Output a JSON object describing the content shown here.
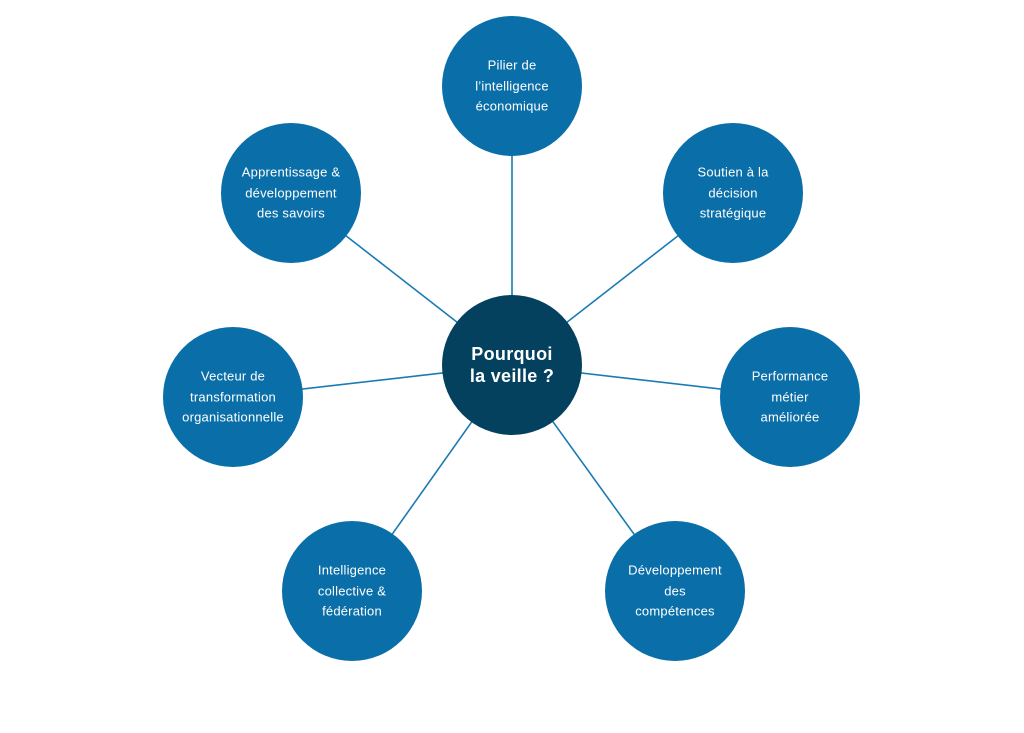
{
  "diagram": {
    "center": {
      "label": "Pourquoi\nla veille ?",
      "color": "#03415F"
    },
    "node_color": "#0A6FA8",
    "line_color": "#1B7AB5",
    "nodes": [
      {
        "id": "pilier",
        "label": "Pilier de\nl’intelligence\néconomique"
      },
      {
        "id": "soutien",
        "label": "Soutien à la\ndécision\nstratégique"
      },
      {
        "id": "performance",
        "label": "Performance\nmétier\naméliorée"
      },
      {
        "id": "developpement",
        "label": "Développement\ndes\ncompétences"
      },
      {
        "id": "intelligence",
        "label": "Intelligence\ncollective &\nfédération"
      },
      {
        "id": "vecteur",
        "label": "Vecteur de\ntransformation\norganisationnelle"
      },
      {
        "id": "apprentissage",
        "label": "Apprentissage &\ndéveloppement\ndes savoirs"
      }
    ]
  }
}
